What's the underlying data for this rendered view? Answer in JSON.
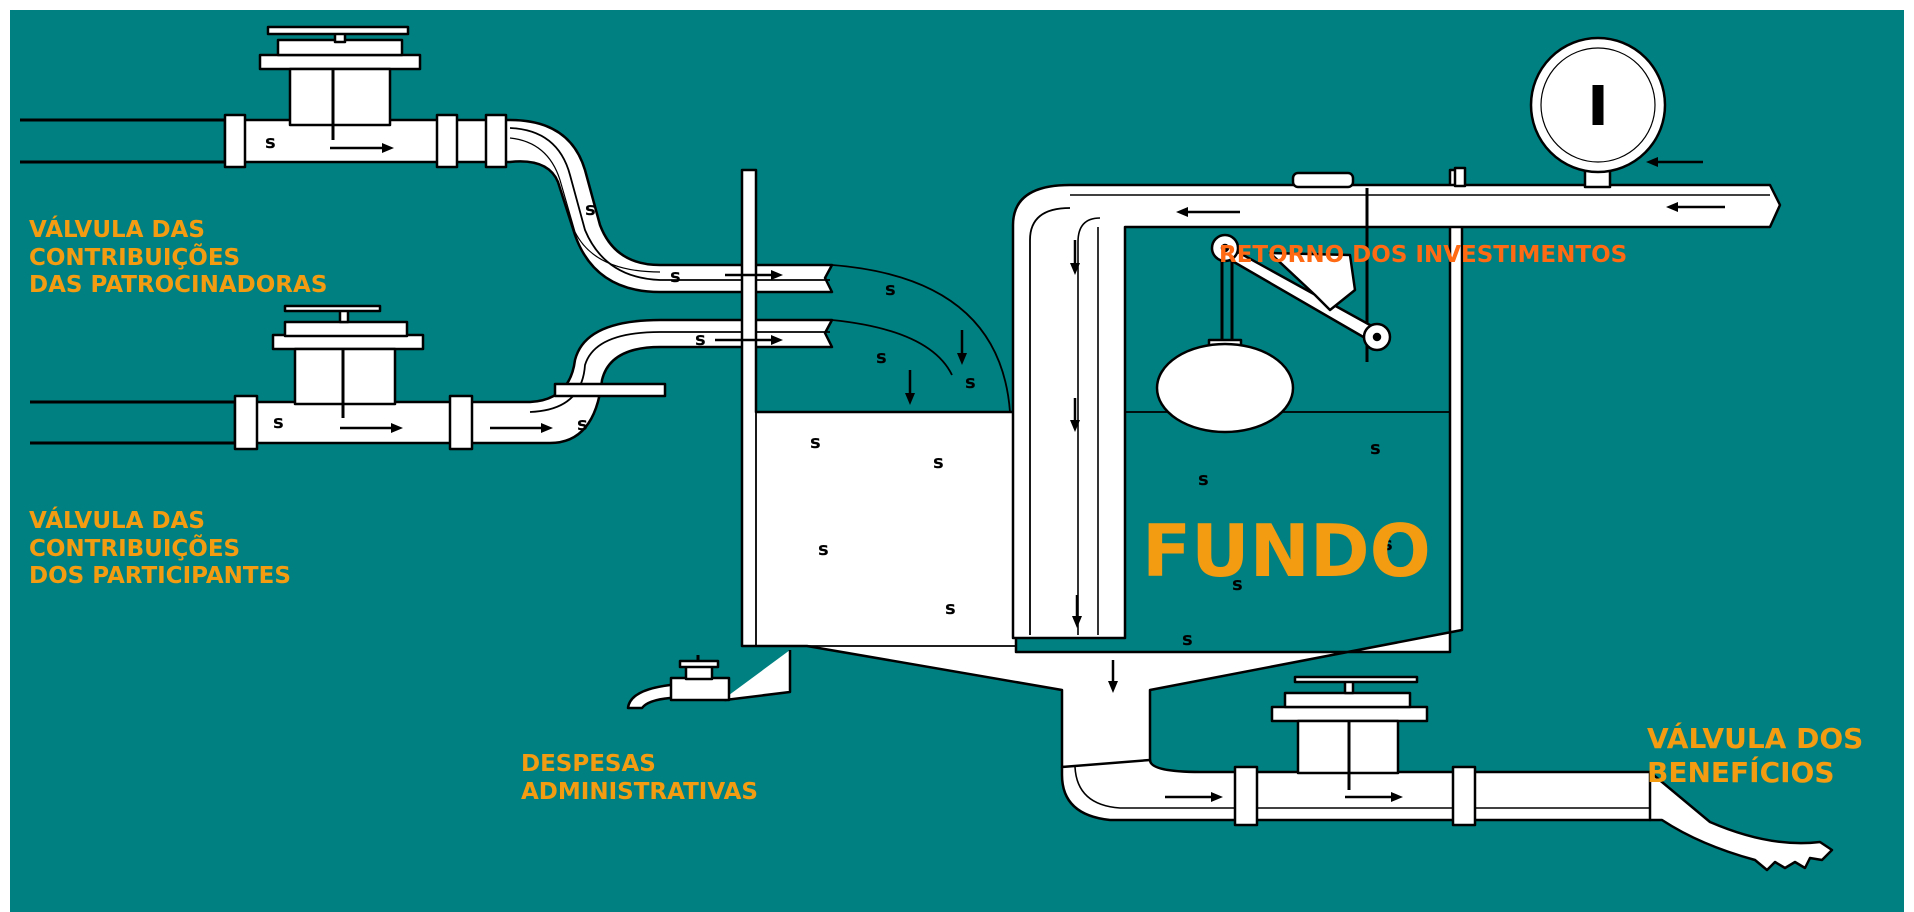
{
  "labels": {
    "valvula_patrocinadoras": [
      "VÁLVULA DAS",
      "CONTRIBUIÇÕES",
      "DAS  PATROCINADORAS"
    ],
    "valvula_participantes": [
      "VÁLVULA DAS",
      "CONTRIBUIÇÕES",
      "DOS PARTICIPANTES"
    ],
    "despesas": [
      "DESPESAS",
      "ADMINISTRATIVAS"
    ],
    "retorno": "RETORNO DOS INVESTIMENTOS",
    "fundo": "FUNDO",
    "valvula_beneficios": [
      "VÁLVULA DOS",
      "BENEFÍCIOS"
    ],
    "coin_symbol": "s"
  },
  "colors": {
    "background": "#008080",
    "pipe": "#ffffff",
    "label": "#F39C12",
    "retorno_label": "#FF6A13"
  }
}
